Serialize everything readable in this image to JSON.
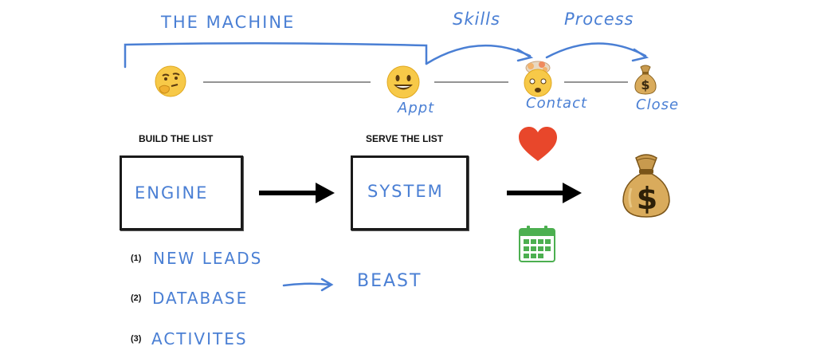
{
  "top": {
    "machine_label": "THE MACHINE",
    "skills_label": "Skills",
    "process_label": "Process"
  },
  "timeline": {
    "appt_label": "Appt",
    "contact_label": "Contact",
    "close_label": "Close"
  },
  "build": {
    "heading": "BUILD THE LIST",
    "box_label": "ENGINE"
  },
  "serve": {
    "heading": "SERVE THE LIST",
    "box_label": "SYSTEM"
  },
  "list": [
    {
      "num": "(1)",
      "label": "NEW LEADS"
    },
    {
      "num": "(2)",
      "label": "DATABASE"
    },
    {
      "num": "(3)",
      "label": "ACTIVITES"
    }
  ],
  "beast_label": "BEAST",
  "colors": {
    "ink_blue": "#4a7fd4",
    "heart_red": "#e8472b",
    "calendar_green": "#4caf50",
    "money_tan": "#c89a4e"
  },
  "icons": [
    "thinking-face-icon",
    "smiley-face-icon",
    "exploding-head-icon",
    "small-money-bag-icon",
    "heart-icon",
    "calendar-icon",
    "large-money-bag-icon"
  ]
}
